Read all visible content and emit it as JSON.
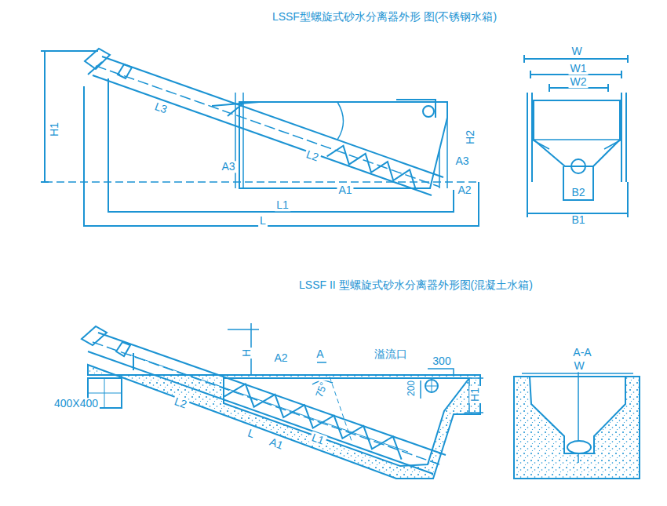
{
  "diagram": {
    "title": "LSSF型螺旋式砂水分离器外形 图(不锈钢水箱)",
    "labels": [
      "H1",
      "L3",
      "L2",
      "H2",
      "A3",
      "A3",
      "A1",
      "A2",
      "L1",
      "L",
      "W",
      "W1",
      "W2",
      "B2",
      "B1",
      "LSSF II 型螺旋式砂水分离器外形图(混凝土水箱)",
      "H",
      "A2",
      "A",
      "溢流口",
      "300",
      "200",
      "H1",
      "75°",
      "400X400",
      "L2",
      "L",
      "A1",
      "L1",
      "A-A",
      "W"
    ]
  }
}
